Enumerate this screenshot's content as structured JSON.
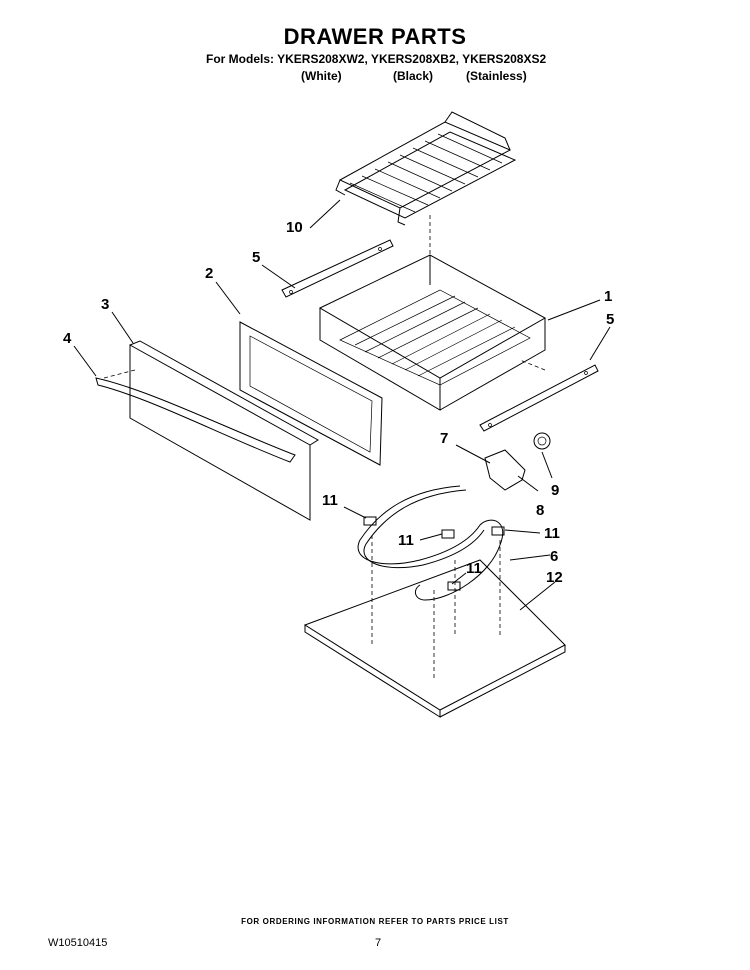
{
  "title": "DRAWER PARTS",
  "models_line": "For Models: YKERS208XW2, YKERS208XB2, YKERS208XS2",
  "finishes": [
    "(White)",
    "(Black)",
    "(Stainless)"
  ],
  "callouts": {
    "c10": "10",
    "c5a": "5",
    "c2": "2",
    "c3": "3",
    "c4": "4",
    "c1": "1",
    "c5b": "5",
    "c7": "7",
    "c9": "9",
    "c8": "8",
    "c11a": "11",
    "c11b": "11",
    "c11c": "11",
    "c11d": "11",
    "c6": "6",
    "c12": "12"
  },
  "footer": {
    "ordering_note": "FOR ORDERING INFORMATION REFER TO PARTS PRICE LIST",
    "doc_number": "W10510415",
    "page_number": "7"
  }
}
